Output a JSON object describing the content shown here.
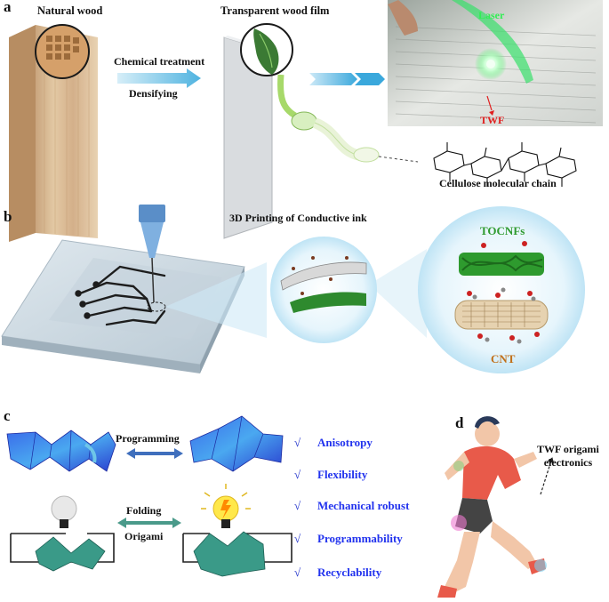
{
  "panel_a": {
    "letter": "a",
    "natural_wood": "Natural wood",
    "transparent_film": "Transparent wood film",
    "chemical_treatment": "Chemical treatment",
    "densifying": "Densifying",
    "laser": "Laser",
    "twf": "TWF",
    "cellulose_chain": "Cellulose molecular chain"
  },
  "panel_b": {
    "letter": "b",
    "title": "3D Printing of Conductive ink",
    "tocnfs": "TOCNFs",
    "cnt": "CNT"
  },
  "panel_c": {
    "letter": "c",
    "programming": "Programming",
    "folding": "Folding",
    "origami": "Origami",
    "properties": [
      {
        "check": "√",
        "label": "Anisotropy"
      },
      {
        "check": "√",
        "label": "Flexibility"
      },
      {
        "check": "√",
        "label": "Mechanical robust"
      },
      {
        "check": "√",
        "label": "Programmability"
      },
      {
        "check": "√",
        "label": "Recyclability"
      }
    ]
  },
  "panel_d": {
    "letter": "d",
    "line1": "TWF origami",
    "line2": "electronics"
  },
  "colors": {
    "accent_blue": "#2233ee",
    "twf_red": "#e02020",
    "laser_green": "#33ee55",
    "tocnf_green": "#2e9a2e",
    "cnt_orange": "#c0701a"
  }
}
